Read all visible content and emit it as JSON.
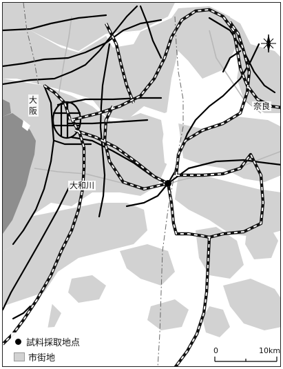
{
  "map": {
    "labels": {
      "osaka": "大阪",
      "nara": "奈良",
      "river": "大和川"
    },
    "legend": {
      "sampling_point": "試料採取地点",
      "urban_area": "市街地"
    },
    "scale": {
      "zero": "0",
      "ten": "10km"
    },
    "icons": {
      "north": "compass-rose-icon",
      "sample": "black-dot-icon"
    },
    "colors": {
      "urban": "#d2d2d2",
      "sea": "#8e8e8e",
      "rail": "#111111",
      "road": "#000000",
      "river": "#bdbdbd"
    }
  }
}
